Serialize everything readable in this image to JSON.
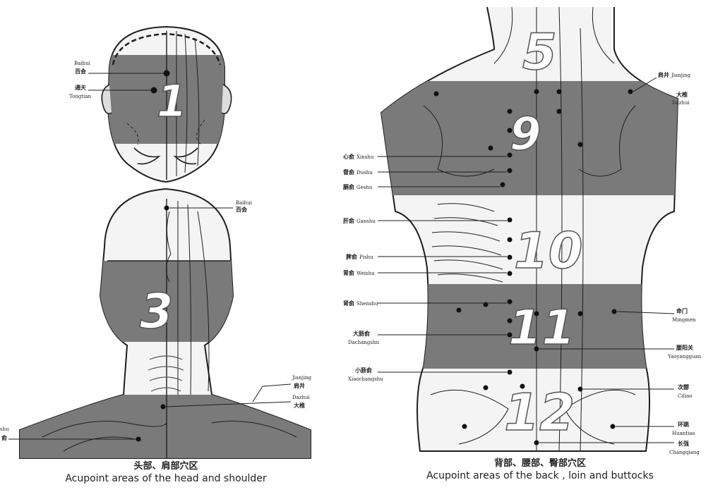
{
  "head_figure": {
    "caption_cn": "头部、肩部穴区",
    "caption_en": "Acupoint areas of the head and shoulder",
    "region_numbers": [
      "1",
      "3"
    ],
    "labels": {
      "baihui_en": "Baihui",
      "baihui_cn": "百会",
      "tongtian_cn": "通天",
      "tongtian_en": "Tongtian",
      "baihui2_en": "Baihui",
      "baihui2_cn": "百会",
      "jianjing_en": "Jianjing",
      "jianjing_cn": "肩井",
      "dazhui_en": "Dazhui",
      "dazhui_cn": "大椎",
      "left_cut_en": "shu",
      "left_cut_cn": "俞"
    }
  },
  "back_figure": {
    "caption_cn": "背部、腰部、臀部穴区",
    "caption_en": "Acupoint areas of the back , loin and buttocks",
    "region_numbers": [
      "5",
      "9",
      "10",
      "11",
      "12"
    ],
    "labels": {
      "jianjing": {
        "cn": "肩井",
        "en": "Jianjing"
      },
      "dazhui": {
        "cn": "大椎",
        "en": "Dazhui"
      },
      "xinshu": {
        "cn": "心俞",
        "en": "Xinshu"
      },
      "dushu": {
        "cn": "督俞",
        "en": "Dushu"
      },
      "geshu": {
        "cn": "膈俞",
        "en": "Geshu"
      },
      "ganshu": {
        "cn": "肝俞",
        "en": "Ganshu"
      },
      "pishu": {
        "cn": "脾俞",
        "en": "Pishu"
      },
      "weishu": {
        "cn": "胃俞",
        "en": "Weishu"
      },
      "shenshu": {
        "cn": "肾俞",
        "en": "Shenshu"
      },
      "dachangshu": {
        "cn": "大肠俞",
        "en": "Dachangshu"
      },
      "xiaochangshu": {
        "cn": "小肠俞",
        "en": "Xiaochangshu"
      },
      "mingmen": {
        "cn": "命门",
        "en": "Mingmen"
      },
      "yaoyangguan": {
        "cn": "腰阳关",
        "en": "Yaoyangguan"
      },
      "ciliao": {
        "cn": "次髎",
        "en": "Ciliao"
      },
      "huantiao": {
        "cn": "环跳",
        "en": "Huantiao"
      },
      "changqiang": {
        "cn": "长强",
        "en": "Changqiang"
      }
    }
  },
  "colors": {
    "band": "#7a7a7a",
    "line": "#1e1e1e",
    "point": "#111111",
    "skin": "#f4f4f4"
  }
}
